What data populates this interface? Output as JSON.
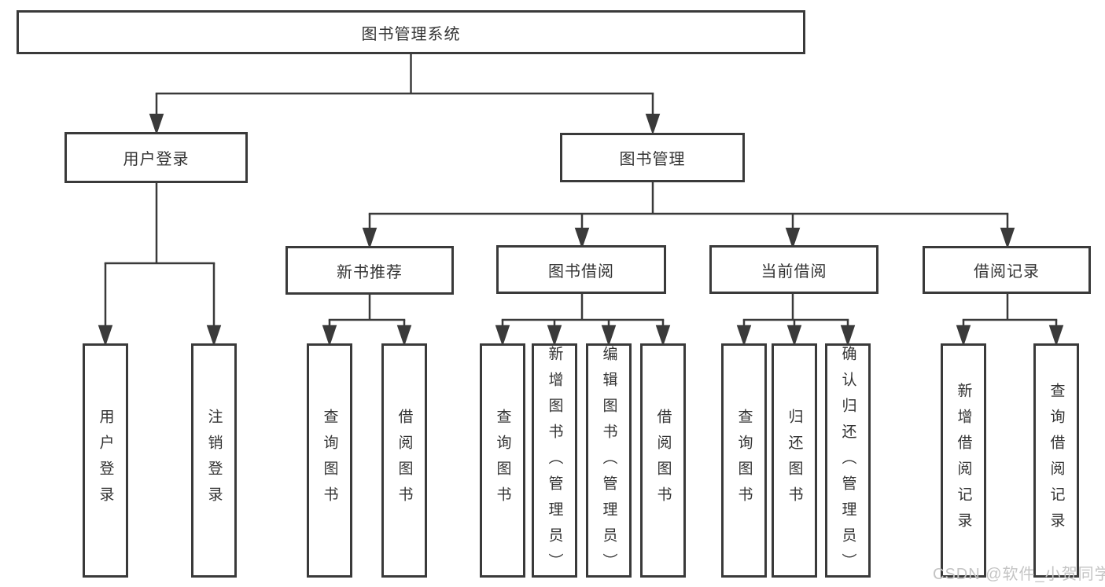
{
  "diagram": {
    "root": {
      "label": "图书管理系统"
    },
    "level2": [
      {
        "id": "user-login",
        "label": "用户登录"
      },
      {
        "id": "book-management",
        "label": "图书管理"
      }
    ],
    "level3": [
      {
        "id": "new-book-recommend",
        "label": "新书推荐"
      },
      {
        "id": "book-borrow",
        "label": "图书借阅"
      },
      {
        "id": "current-borrow",
        "label": "当前借阅"
      },
      {
        "id": "borrow-records",
        "label": "借阅记录"
      }
    ],
    "leaves": [
      {
        "id": "user-login-leaf",
        "label": "用户登录"
      },
      {
        "id": "logout",
        "label": "注销登录"
      },
      {
        "id": "query-books-1",
        "label": "查询图书"
      },
      {
        "id": "borrow-books-1",
        "label": "借阅图书"
      },
      {
        "id": "query-books-2",
        "label": "查询图书"
      },
      {
        "id": "add-book-admin",
        "label": "新增图书（管理员）"
      },
      {
        "id": "edit-book-admin",
        "label": "编辑图书（管理员）"
      },
      {
        "id": "borrow-books-2",
        "label": "借阅图书"
      },
      {
        "id": "query-books-3",
        "label": "查询图书"
      },
      {
        "id": "return-books",
        "label": "归还图书"
      },
      {
        "id": "confirm-return-admin",
        "label": "确认归还（管理员）"
      },
      {
        "id": "add-borrow-record",
        "label": "新增借阅记录"
      },
      {
        "id": "query-borrow-record",
        "label": "查询借阅记录"
      }
    ]
  },
  "watermark": {
    "text": "CSDN @软件_小贺同学"
  },
  "colors": {
    "line": "#3a3a3a",
    "text": "#333333",
    "background": "#ffffff",
    "watermark": "#c4c4c4"
  }
}
